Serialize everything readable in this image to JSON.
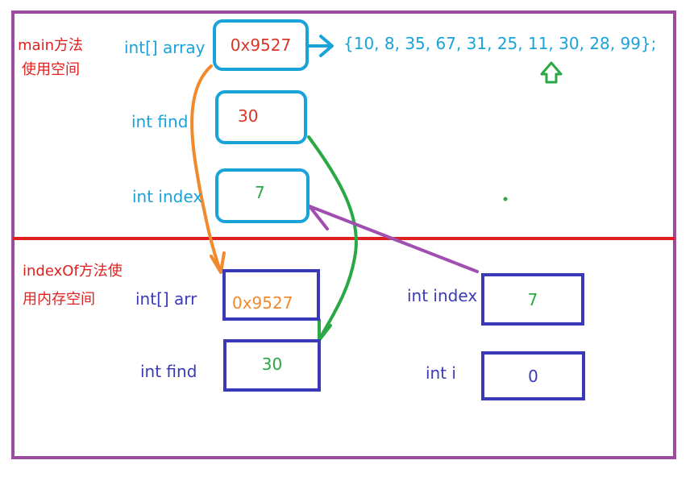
{
  "main_frame": {
    "label_line1": "main方法",
    "label_line2": "使用空间",
    "array_label": "int[] array",
    "array_value": "0x9527",
    "array_contents": "{10, 8, 35, 67, 31, 25, 11, 30, 28, 99};",
    "find_label": "int find",
    "find_value": "30",
    "index_label": "int index",
    "index_value": "7"
  },
  "indexof_frame": {
    "label_line1": "indexOf方法使",
    "label_line2": "用内存空间",
    "arr_label": "int[] arr",
    "arr_value": "0x9527",
    "find_label": "int find",
    "find_value": "30",
    "index_label": "int index",
    "index_value": "7",
    "i_label": "int i",
    "i_value": "0"
  },
  "colors": {
    "outer_border": "#9b4c9e",
    "divider": "#e02020",
    "main_box": "#1aa3d9",
    "indexof_box": "#3a3ab8",
    "arrow_orange": "#f08a2c",
    "arrow_green": "#2aa845",
    "arrow_purple": "#a04fb0"
  }
}
